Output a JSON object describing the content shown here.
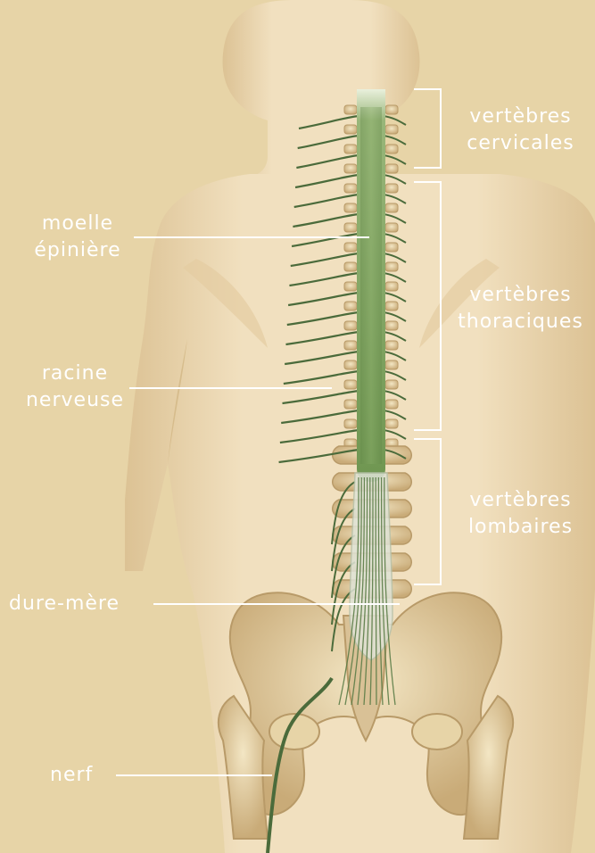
{
  "labels": {
    "moelle_line1": "moelle",
    "moelle_line2": "épinière",
    "racine_line1": "racine",
    "racine_line2": "nerveuse",
    "dure_mere": "dure-mère",
    "nerf": "nerf",
    "cervicales_line1": "vertèbres",
    "cervicales_line2": "cervicales",
    "thoraciques_line1": "vertèbres",
    "thoraciques_line2": "thoraciques",
    "lombaires_line1": "vertèbres",
    "lombaires_line2": "lombaires"
  },
  "colors": {
    "background": "#e7d4a7",
    "skin": "#efdcb7",
    "skin_shadow": "#d7bd8e",
    "bone": "#e5d1a6",
    "bone_shadow": "#b89a68",
    "spinal_cord": "#7ea160",
    "nerve": "#4b6b3b",
    "label_text": "#ffffff"
  }
}
